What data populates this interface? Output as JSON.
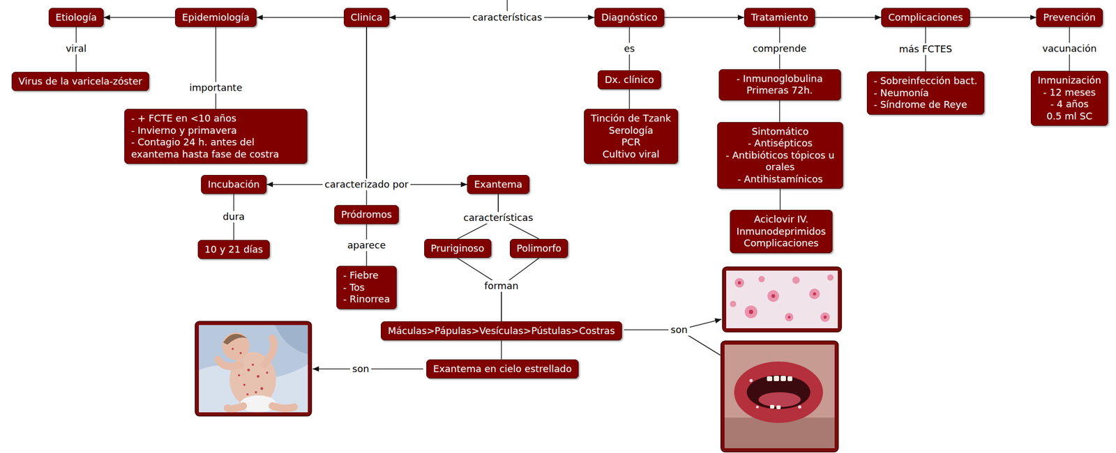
{
  "diagram": {
    "nodes": [
      {
        "text": [
          "Etiología"
        ]
      },
      {
        "text": [
          "Epidemiología"
        ]
      },
      {
        "text": [
          "Clinica"
        ]
      },
      {
        "text": [
          "Diagnóstico"
        ]
      },
      {
        "text": [
          "Tratamiento"
        ]
      },
      {
        "text": [
          "Complicaciones"
        ]
      },
      {
        "text": [
          "Prevención"
        ]
      },
      {
        "text": [
          "Virus de la varicela-zóster"
        ]
      },
      {
        "text": [
          "- + FCTE en <10 años",
          "- Invierno y primavera",
          "- Contagio 24 h. antes del exantema hasta fase de costra"
        ]
      },
      {
        "text": [
          "Dx. clínico"
        ]
      },
      {
        "text": [
          "Tinción de Tzank",
          "Serología",
          "PCR",
          "Cultivo viral"
        ]
      },
      {
        "text": [
          "- Inmunoglobulina Primeras 72h."
        ]
      },
      {
        "text": [
          "Sintomático",
          "- Antisépticos",
          "- Antibióticos tópicos u orales",
          "- Antihistamínicos"
        ]
      },
      {
        "text": [
          "Aciclovir IV.",
          "Inmunodeprimidos",
          "Complicaciones"
        ]
      },
      {
        "text": [
          "- Sobreinfección bact.",
          "- Neumonía",
          "- Síndrome de Reye"
        ]
      },
      {
        "text": [
          "Inmunización",
          "- 12 meses",
          "- 4 años",
          "0.5 ml SC"
        ]
      },
      {
        "text": [
          "Incubación"
        ]
      },
      {
        "text": [
          "Exantema"
        ]
      },
      {
        "text": [
          "Pródromos"
        ]
      },
      {
        "text": [
          "10 y 21 días"
        ]
      },
      {
        "text": [
          "- Fiebre",
          "- Tos",
          "- Rinorrea"
        ]
      },
      {
        "text": [
          "Pruriginoso"
        ]
      },
      {
        "text": [
          "Polimorfo"
        ]
      },
      {
        "text": [
          "Máculas>Pápulas>Vesículas>Pústulas>Costras"
        ]
      },
      {
        "text": [
          "Exantema en cielo estrellado"
        ]
      }
    ],
    "edges": [
      {
        "from": 2,
        "to": 1,
        "arrow": "to"
      },
      {
        "from": 1,
        "to": 0,
        "arrow": "to"
      },
      {
        "from": 2,
        "to": 3,
        "label": "características",
        "arrow": "both"
      },
      {
        "from": 3,
        "to": 4,
        "arrow": "to"
      },
      {
        "from": 4,
        "to": 5,
        "arrow": "to"
      },
      {
        "from": 5,
        "to": 6,
        "arrow": "to"
      },
      {
        "from": 0,
        "to": 7,
        "label": "viral",
        "arrow": "none"
      },
      {
        "from": 1,
        "to": 8,
        "label": "importante",
        "arrow": "none"
      },
      {
        "from": 3,
        "to": 9,
        "label": "es",
        "arrow": "none"
      },
      {
        "from": 9,
        "to": 10,
        "arrow": "none"
      },
      {
        "from": 4,
        "to": 11,
        "label": "comprende",
        "arrow": "none"
      },
      {
        "from": 11,
        "to": 12,
        "arrow": "none"
      },
      {
        "from": 12,
        "to": 13,
        "arrow": "none"
      },
      {
        "from": 5,
        "to": 14,
        "label": "más FCTES",
        "arrow": "none"
      },
      {
        "from": 6,
        "to": 15,
        "label": "vacunación",
        "arrow": "none"
      },
      {
        "from": 2,
        "to": 18,
        "label": "caracterizado por",
        "arrow": "none"
      },
      {
        "from": 2,
        "to": 16,
        "arrow": "to"
      },
      {
        "from": 2,
        "to": 17,
        "arrow": "to"
      },
      {
        "from": 16,
        "to": 19,
        "label": "dura",
        "arrow": "none"
      },
      {
        "from": 18,
        "to": 20,
        "label": "aparece",
        "arrow": "none"
      },
      {
        "from": 17,
        "to": 21,
        "label": "características",
        "arrow": "none"
      },
      {
        "from": 17,
        "to": 22,
        "arrow": "none"
      },
      {
        "from": 21,
        "to": 23,
        "label": "forman",
        "arrow": "none"
      },
      {
        "from": 22,
        "to": 23,
        "arrow": "none"
      },
      {
        "from": 23,
        "to": 24,
        "arrow": "none"
      }
    ],
    "labels": [
      "son",
      "son"
    ]
  }
}
